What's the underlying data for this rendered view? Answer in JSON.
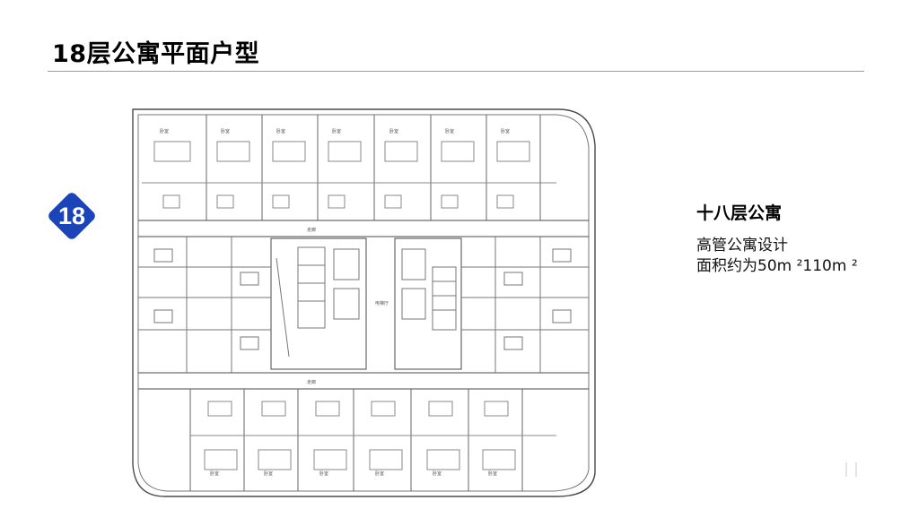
{
  "header": {
    "title": "18层公寓平面户型"
  },
  "badge": {
    "label": "18",
    "color": "#1a44b8"
  },
  "info": {
    "heading": "十八层公寓",
    "line1": "高管公寓设计",
    "line2": "面积约为50m ²110m ²"
  },
  "floor_plan": {
    "room_label": "卧室",
    "corridor_label": "走廊",
    "elevator_label": "电梯厅",
    "line_color": "#4a4a4a"
  }
}
